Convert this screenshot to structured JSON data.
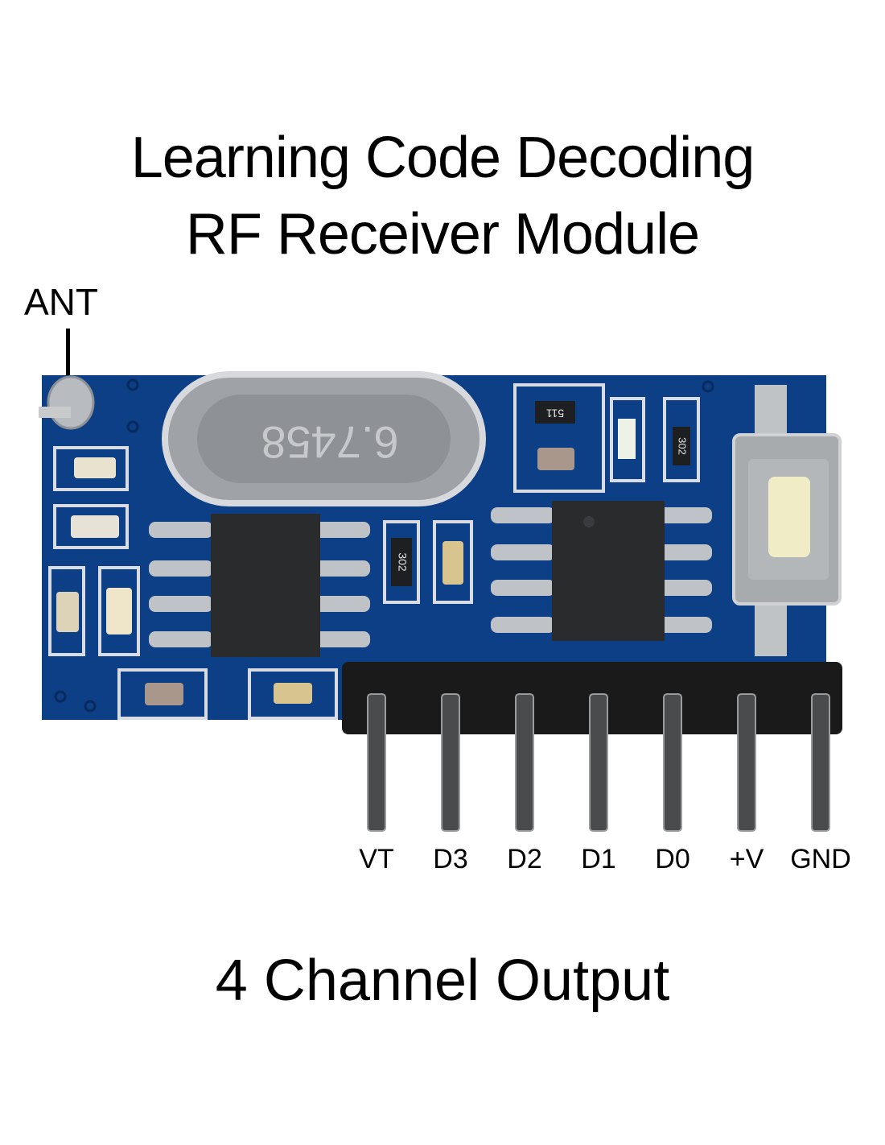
{
  "title": {
    "line1": "Learning Code Decoding",
    "line2": "RF Receiver Module"
  },
  "antenna_label": "ANT",
  "pins": [
    "VT",
    "D3",
    "D2",
    "D1",
    "D0",
    "+V",
    "GND"
  ],
  "footer": "4 Channel Output",
  "markings": {
    "crystal": "6.7458",
    "resistor_top": "511",
    "resistor_right": "302",
    "resistor_center": "302"
  },
  "colors": {
    "pcb": "#0d3f86",
    "pcb_dark": "#0a2f66",
    "silkscreen": "#d9dde3",
    "metal": "#b9bcc0",
    "chip": "#2a2b2d",
    "header": "#1a1a1a",
    "text": "#000000"
  }
}
